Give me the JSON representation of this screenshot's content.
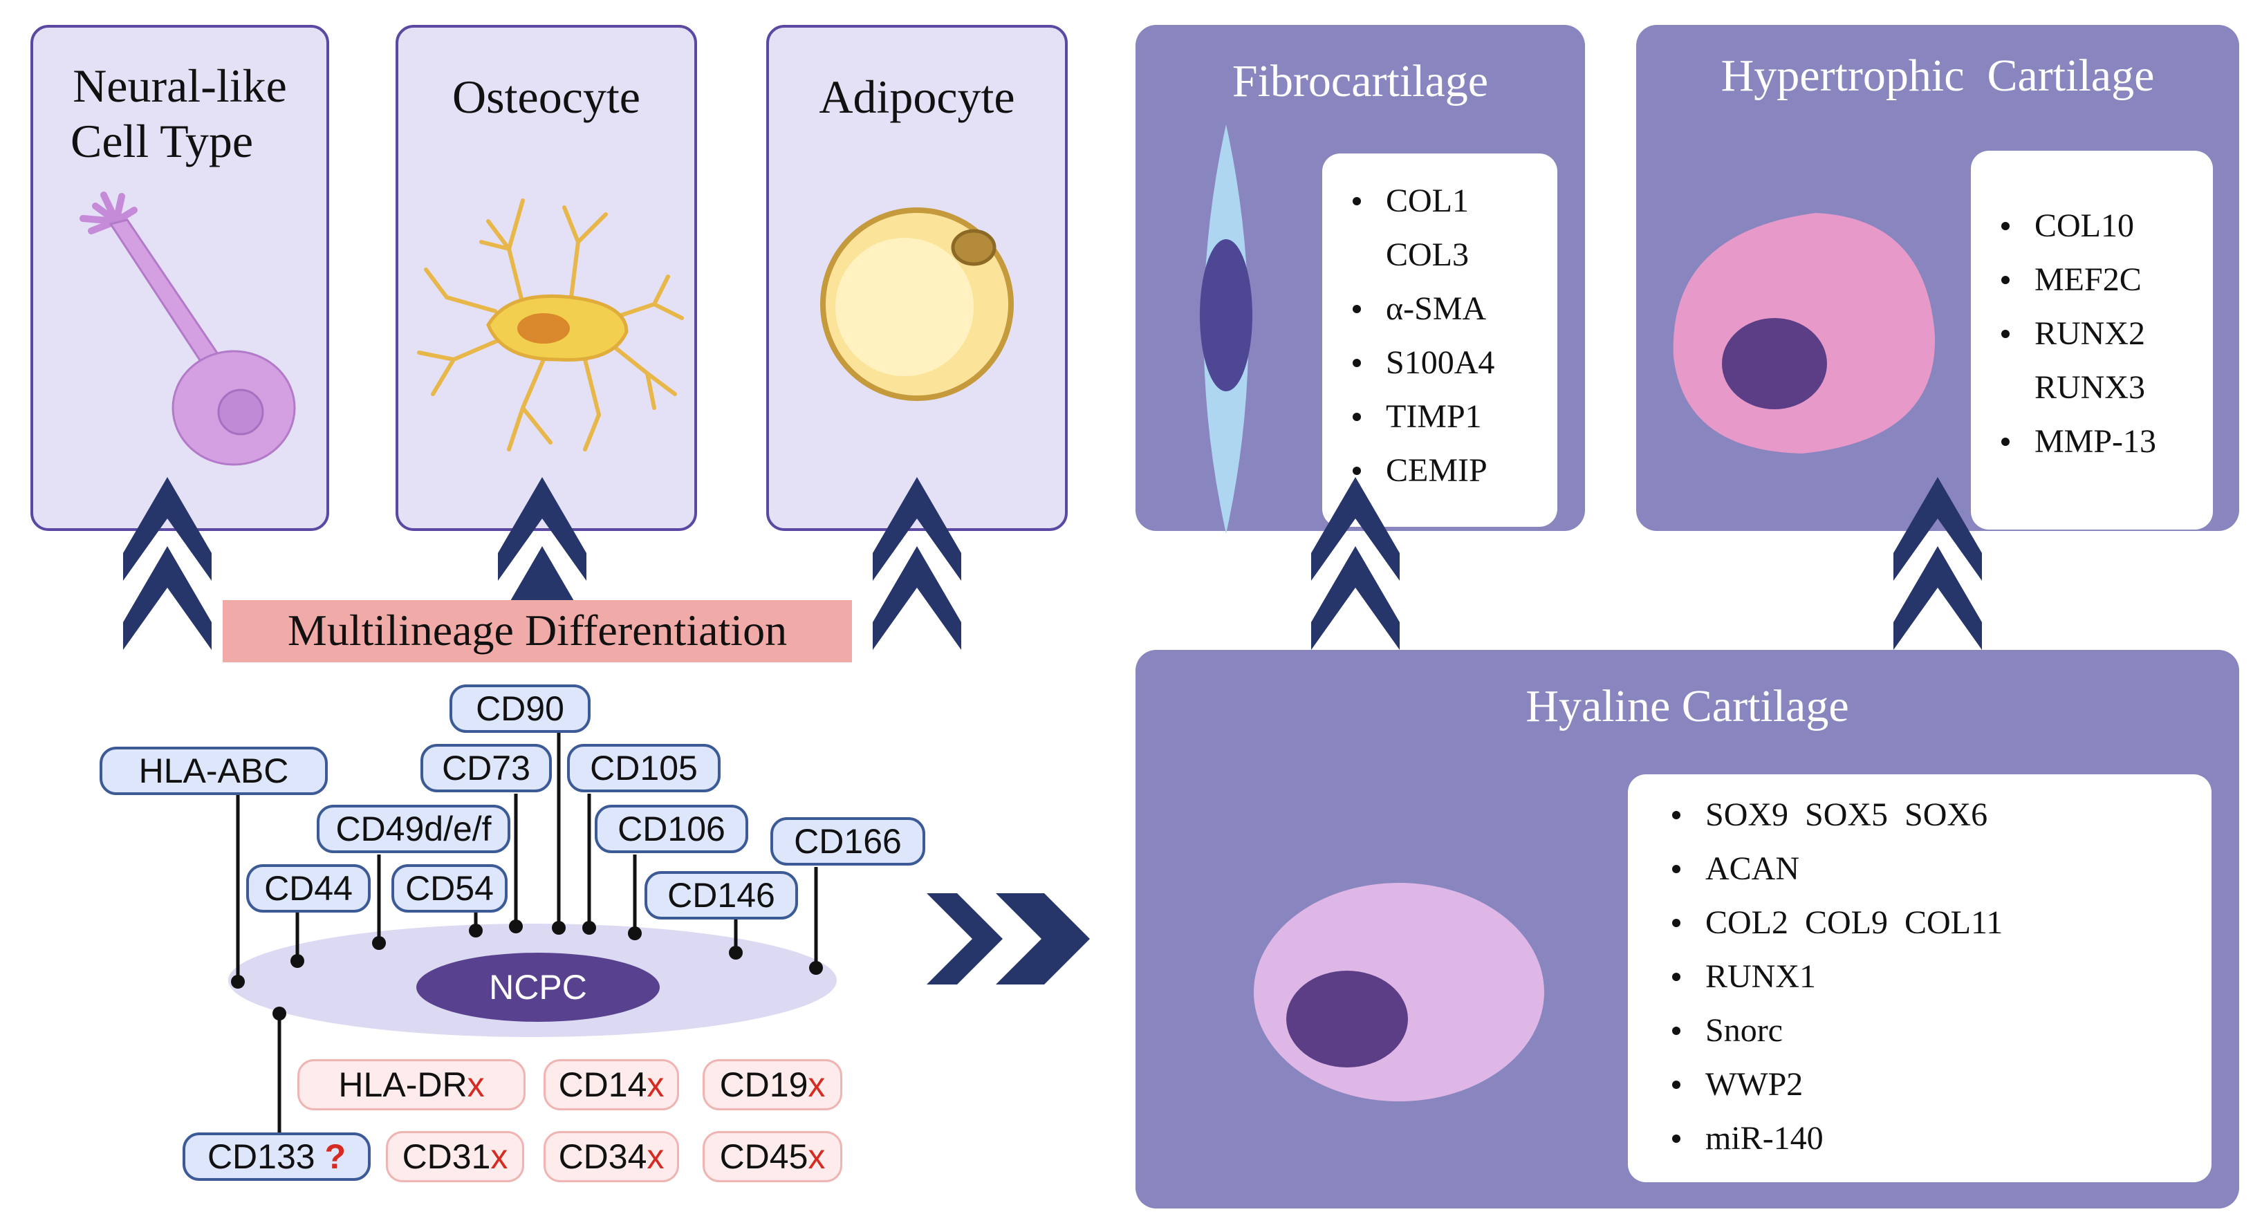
{
  "lineages": {
    "neural": {
      "title_l1": "Neural-like",
      "title_l2": "Cell Type"
    },
    "osteocyte": {
      "title": "Osteocyte"
    },
    "adipocyte": {
      "title": "Adipocyte"
    }
  },
  "differentiation_label": "Multilineage Differentiation",
  "cell_label": "NCPC",
  "positive_markers": {
    "hla_abc": "HLA-ABC",
    "cd90": "CD90",
    "cd73": "CD73",
    "cd105": "CD105",
    "cd49": "CD49d/e/f",
    "cd106": "CD106",
    "cd166": "CD166",
    "cd44": "CD44",
    "cd54": "CD54",
    "cd146": "CD146"
  },
  "uncertain_marker": {
    "label": "CD133",
    "symbol": "?"
  },
  "negative_markers": {
    "symbol": "x",
    "hla_dr": "HLA-DR",
    "cd14": "CD14",
    "cd19": "CD19",
    "cd31": "CD31",
    "cd34": "CD34",
    "cd45": "CD45"
  },
  "fibrocartilage": {
    "title": "Fibrocartilage",
    "markers": [
      {
        "text": "COL1",
        "bullet": true
      },
      {
        "text": "COL3",
        "bullet": false
      },
      {
        "text": "α-SMA",
        "bullet": true
      },
      {
        "text": "S100A4",
        "bullet": true
      },
      {
        "text": "TIMP1",
        "bullet": true
      },
      {
        "text": "CEMIP",
        "bullet": true
      }
    ]
  },
  "hypertrophic": {
    "title": "Hypertrophic  Cartilage",
    "markers": [
      {
        "text": "COL10",
        "bullet": true
      },
      {
        "text": "MEF2C",
        "bullet": true
      },
      {
        "text": "RUNX2",
        "bullet": true
      },
      {
        "text": "RUNX3",
        "bullet": false
      },
      {
        "text": "MMP-13",
        "bullet": true
      }
    ]
  },
  "hyaline": {
    "title": "Hyaline Cartilage",
    "markers": [
      {
        "text": "SOX9  SOX5  SOX6",
        "bullet": true
      },
      {
        "text": "ACAN",
        "bullet": true
      },
      {
        "text": "COL2  COL9  COL11",
        "bullet": true
      },
      {
        "text": "RUNX1",
        "bullet": true
      },
      {
        "text": "Snorc",
        "bullet": true
      },
      {
        "text": "WWP2",
        "bullet": true
      },
      {
        "text": "miR-140",
        "bullet": true
      }
    ]
  },
  "colors": {
    "chevron": "#26356a",
    "cartilage_panel": "#8985bf",
    "lineage_panel": "#e4e0f6",
    "banner": "#f0aaa7"
  }
}
